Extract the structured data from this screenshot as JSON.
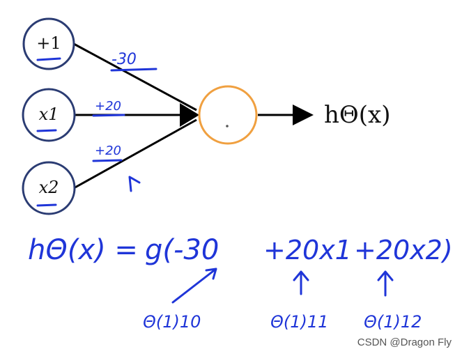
{
  "neuron": {
    "inputs": [
      {
        "label": "+1",
        "weight": "-30"
      },
      {
        "label": "x1",
        "weight": "+20"
      },
      {
        "label": "x2",
        "weight": "+20"
      }
    ],
    "output": {
      "label": "hΘ(x)"
    }
  },
  "formula": {
    "lhs": "hΘ(x) =",
    "terms": [
      "g(-30",
      "+20x1",
      "+20x2)"
    ],
    "annotations": [
      "Θ(1)10",
      "Θ(1)11",
      "Θ(1)12"
    ]
  },
  "colors": {
    "input_stroke": "#2b3c73",
    "hidden_stroke": "#f0a040",
    "ink": "#1f35d8",
    "arrow": "#000000"
  },
  "watermark": "CSDN @Dragon Fly"
}
